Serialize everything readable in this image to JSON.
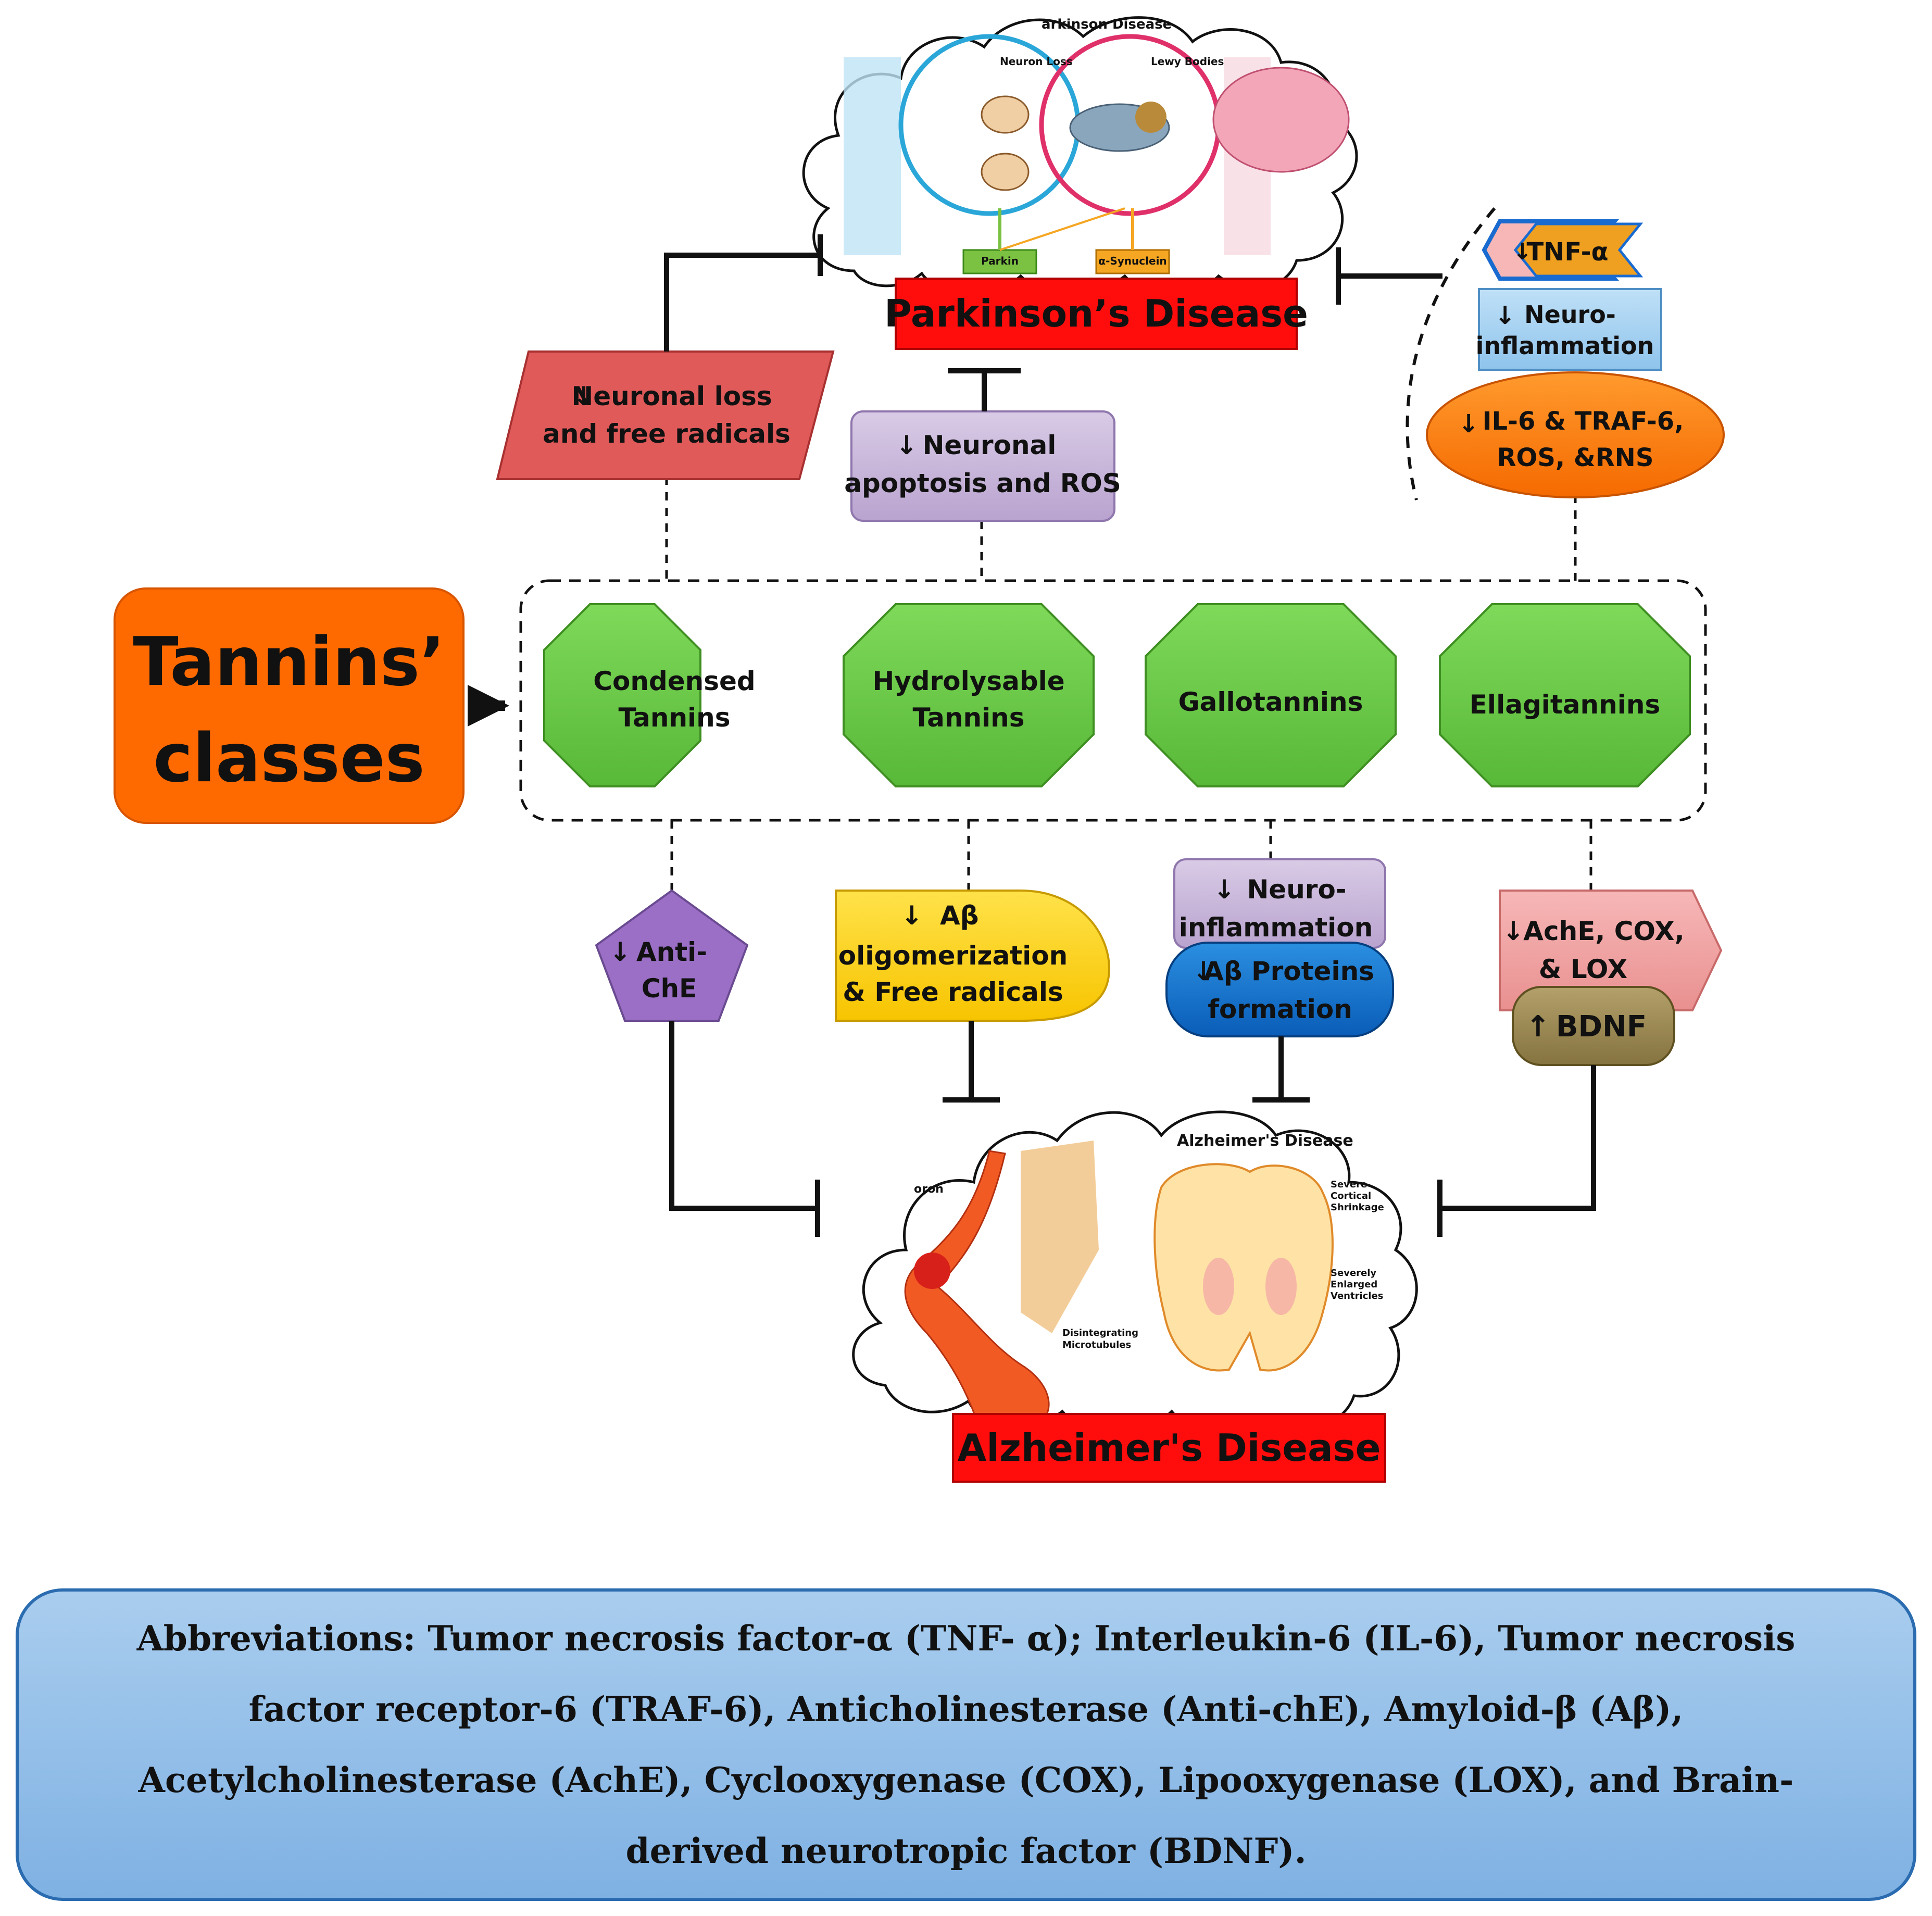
{
  "diseases": {
    "parkinsons": "Parkinson’s Disease",
    "alzheimers": "Alzheimer's Disease"
  },
  "pd_illustration": {
    "title": "arkinson Disease",
    "neuron_loss": "Neuron Loss",
    "lewy_bodies": "Lewy Bodies",
    "parkin": "Parkin",
    "synuclein": "α-Synuclein"
  },
  "ad_illustration": {
    "title": "Alzheimer's Disease",
    "neuron_fragment": "oron",
    "cortical": [
      "Severe",
      "Cortical",
      "Shrinkage"
    ],
    "ventricles": [
      "Severely",
      "Enlarged",
      "Ventricles"
    ],
    "microtubules": [
      "Disintegrating",
      "Microtubules"
    ]
  },
  "tannins_classes": {
    "line1": "Tannins’",
    "line2": "classes"
  },
  "classes": [
    {
      "line1": "Condensed",
      "line2": "Tannins"
    },
    {
      "line1": "Hydrolysable",
      "line2": "Tannins"
    },
    {
      "line1": "Gallotannins",
      "line2": ""
    },
    {
      "line1": "Ellagitannins",
      "line2": ""
    }
  ],
  "pd_effects": {
    "neuronal_loss": [
      "Neuronal loss",
      "and free radicals"
    ],
    "apoptosis": [
      "Neuronal",
      "apoptosis and ROS"
    ],
    "tnf": "TNF-α",
    "neuroinflammation": [
      "Neuro-",
      "inflammation"
    ],
    "il6": [
      "IL-6 & TRAF-6,",
      "ROS, &RNS"
    ]
  },
  "ad_effects": {
    "antiche": [
      "Anti-",
      "ChE"
    ],
    "abeta": [
      "Aβ",
      "oligomerization",
      "& Free radicals"
    ],
    "neuroinflammation": [
      "Neuro-",
      "inflammation"
    ],
    "abeta_proteins": [
      "Aβ Proteins",
      "formation"
    ],
    "ache": [
      "AchE, COX,",
      "& LOX"
    ],
    "bdnf": "BDNF"
  },
  "abbreviations": "Abbreviations: Tumor necrosis factor-α (TNF- α); Interleukin-6 (IL-6), Tumor necrosis factor receptor-6 (TRAF-6), Anticholinesterase (Anti-chE), Amyloid-β (Aβ), Acetylcholinesterase (AchE), Cyclooxygenase (COX), Lipooxygenase (LOX), and Brain-derived neurotropic factor (BDNF).",
  "colors": {
    "disease_red": "#ff0d0d",
    "tannins_orange": "#ff6a00",
    "octagon_green": "#6acd45",
    "abbr_blue": "#8fbde8"
  }
}
